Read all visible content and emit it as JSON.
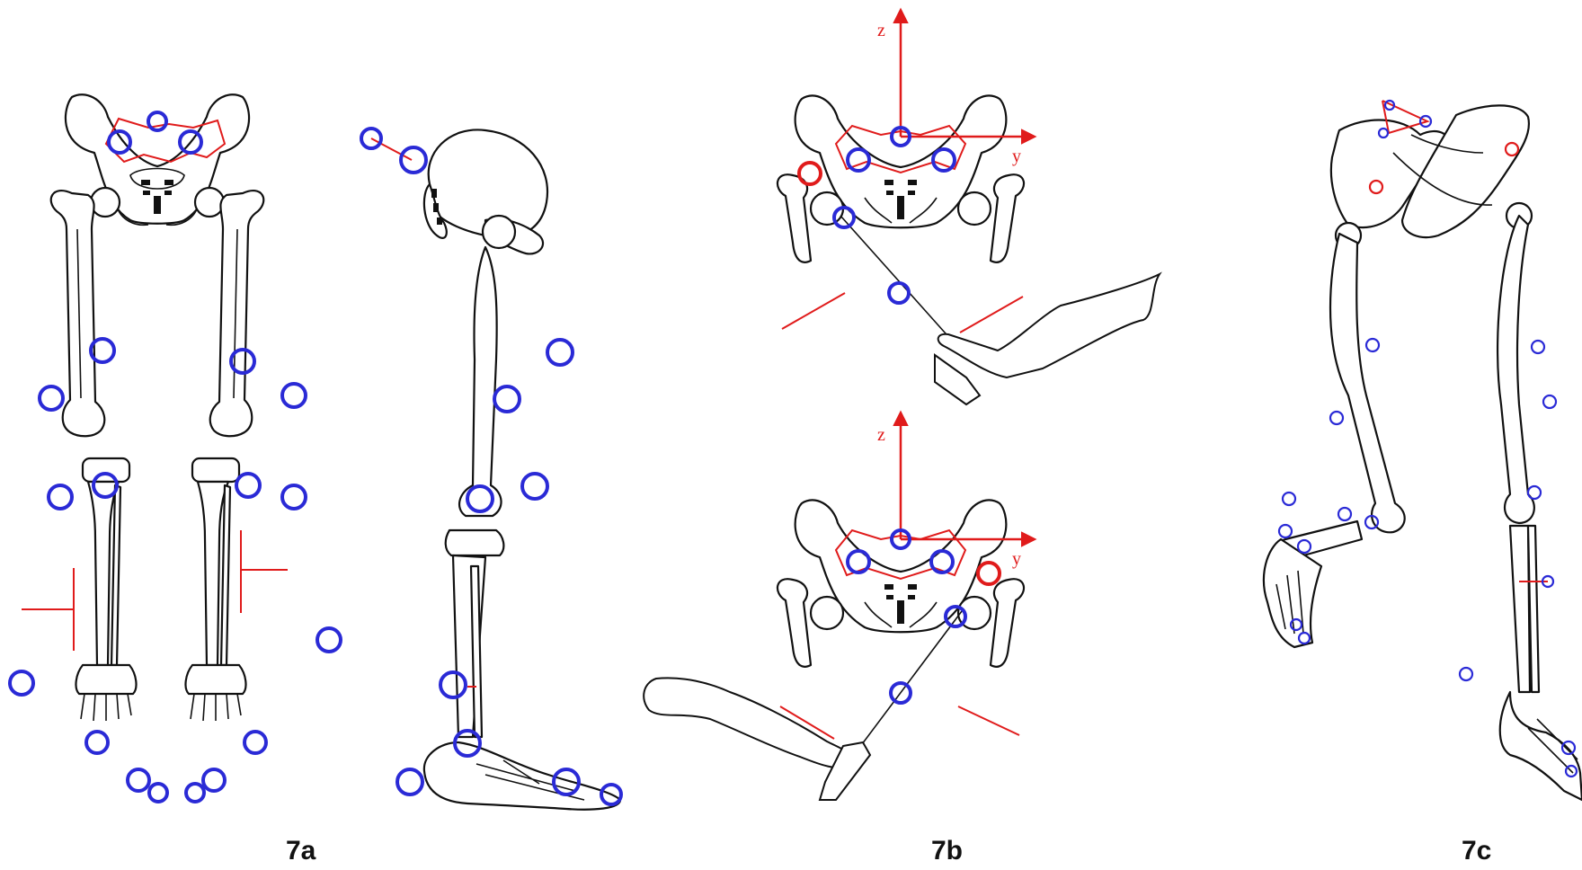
{
  "panels": [
    {
      "id": "7a",
      "label": "7a"
    },
    {
      "id": "7b",
      "label": "7b"
    },
    {
      "id": "7c",
      "label": "7c"
    }
  ],
  "axes": {
    "z_label": "z",
    "y_label": "y"
  },
  "colors": {
    "marker": "#2a2ad6",
    "axis": "#e01b1b",
    "outline": "#111111"
  }
}
